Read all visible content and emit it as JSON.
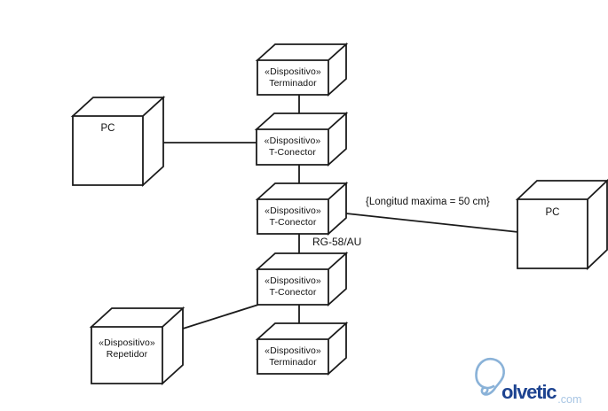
{
  "diagram": {
    "nodes": {
      "terminator_top": {
        "stereotype": "«Dispositivo»",
        "label": "Terminador"
      },
      "t_connector_1": {
        "stereotype": "«Dispositivo»",
        "label": "T-Conector"
      },
      "t_connector_2": {
        "stereotype": "«Dispositivo»",
        "label": "T-Conector"
      },
      "t_connector_3": {
        "stereotype": "«Dispositivo»",
        "label": "T-Conector"
      },
      "terminator_bottom": {
        "stereotype": "«Dispositivo»",
        "label": "Terminador"
      },
      "pc_left": {
        "label": "PC"
      },
      "pc_right": {
        "label": "PC"
      },
      "repeater": {
        "stereotype": "«Dispositivo»",
        "label": "Repetidor"
      }
    },
    "annotations": {
      "cable_label": "RG-58/AU",
      "constraint": "{Longitud maxima = 50 cm}"
    }
  },
  "logo": {
    "name": "olvetic",
    "tld": ".com",
    "colors": {
      "bulb": "#8ab2d8",
      "text": "#1d4390",
      "tld": "#a9c6e4"
    }
  },
  "colors": {
    "line": "#1b1b1b",
    "text": "#111111",
    "background": "#ffffff"
  }
}
